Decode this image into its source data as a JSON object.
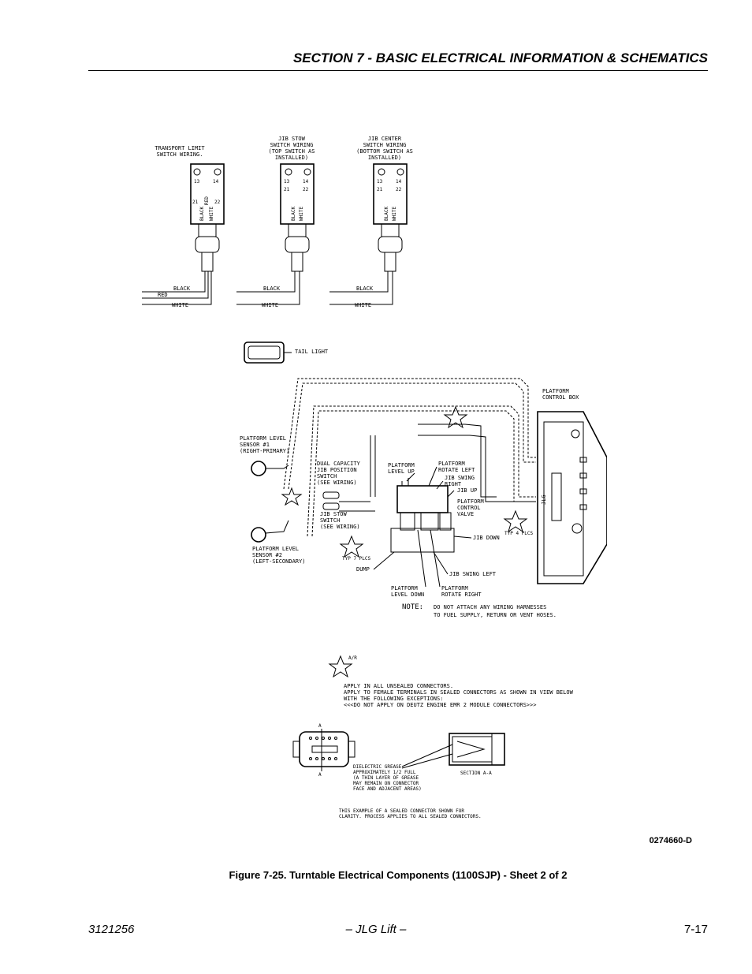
{
  "header": {
    "section_title": "SECTION 7 - BASIC ELECTRICAL INFORMATION & SCHEMATICS"
  },
  "switches": [
    {
      "title": [
        "TRANSPORT LIMIT",
        "SWITCH WIRING."
      ],
      "terminals": [
        "13",
        "14",
        "21",
        "22"
      ],
      "body_wires": [
        "BLACK",
        "RED",
        "WHITE"
      ],
      "leads": [
        "BLACK",
        "RED",
        "WHITE"
      ]
    },
    {
      "title": [
        "JIB STOW",
        "SWITCH WIRING",
        "(TOP SWITCH AS",
        "INSTALLED)"
      ],
      "terminals": [
        "13",
        "14",
        "21",
        "22"
      ],
      "body_wires": [
        "BLACK",
        "WHITE"
      ],
      "leads": [
        "BLACK",
        "WHITE"
      ]
    },
    {
      "title": [
        "JIB CENTER",
        "SWITCH WIRING",
        "(BOTTOM SWITCH AS",
        "INSTALLED)"
      ],
      "terminals": [
        "13",
        "14",
        "21",
        "22"
      ],
      "body_wires": [
        "BLACK",
        "WHITE"
      ],
      "leads": [
        "BLACK",
        "WHITE"
      ]
    }
  ],
  "tail_light": "TAIL LIGHT",
  "callouts": {
    "platform_control_box": [
      "PLATFORM",
      "CONTROL BOX"
    ],
    "sensor1": [
      "PLATFORM LEVEL",
      "SENSOR #1",
      "(RIGHT-PRIMARY)"
    ],
    "sensor2": [
      "PLATFORM LEVEL",
      "SENSOR #2",
      "(LEFT-SECONDARY)"
    ],
    "dual_capacity": [
      "DUAL CAPACITY",
      "JIB POSITION",
      "SWITCH",
      "(SEE WIRING)"
    ],
    "jib_stow": [
      "JIB STOW",
      "SWITCH",
      "(SEE WIRING)"
    ],
    "level_up": [
      "PLATFORM",
      "LEVEL UP"
    ],
    "rotate_left": [
      "PLATFORM",
      "ROTATE LEFT"
    ],
    "jib_swing_right": [
      "JIB SWING",
      "RIGHT"
    ],
    "jib_up": "JIB UP",
    "control_valve": [
      "PLATFORM",
      "CONTROL",
      "VALVE"
    ],
    "jib_down": "JIB DOWN",
    "dump": "DUMP",
    "jib_swing_left": "JIB SWING LEFT",
    "level_down": [
      "PLATFORM",
      "LEVEL DOWN"
    ],
    "rotate_right": [
      "PLATFORM",
      "ROTATE RIGHT"
    ],
    "tip7": "TYP 7 PLCS",
    "tip4": "TYP 4 PLCS",
    "jlg_logo": "JLG"
  },
  "note": {
    "label": "NOTE:",
    "lines": [
      "DO NOT ATTACH ANY WIRING HARNESSES",
      "TO FUEL SUPPLY, RETURN OR VENT HOSES."
    ]
  },
  "grease": {
    "star_label": "A/R",
    "lines": [
      "APPLY IN ALL UNSEALED CONNECTORS.",
      "APPLY TO FEMALE TERMINALS IN SEALED CONNECTORS AS SHOWN IN VIEW BELOW",
      "WITH THE FOLLOWING EXCEPTIONS:",
      "<<<DO NOT APPLY ON DEUTZ ENGINE EMR 2 MODULE CONNECTORS>>>"
    ],
    "dielectric": [
      "DIELECTRIC GREASE",
      "APPROXIMATELY 1/2 FULL",
      "(A THIN LAYER OF GREASE",
      "MAY REMAIN ON CONNECTOR",
      "FACE AND ADJACENT AREAS)"
    ],
    "section_label": "SECTION A-A",
    "section_marks": [
      "A",
      "A"
    ],
    "example": [
      "THIS EXAMPLE OF A SEALED CONNECTOR SHOWN FOR",
      "CLARITY. PROCESS APPLIES TO ALL SEALED CONNECTORS."
    ]
  },
  "drawing_number": "0274660-D",
  "caption": "Figure 7-25.  Turntable Electrical Components (1100SJP) - Sheet 2 of 2",
  "footer": {
    "doc_number": "3121256",
    "center": "– JLG Lift –",
    "page": "7-17"
  }
}
